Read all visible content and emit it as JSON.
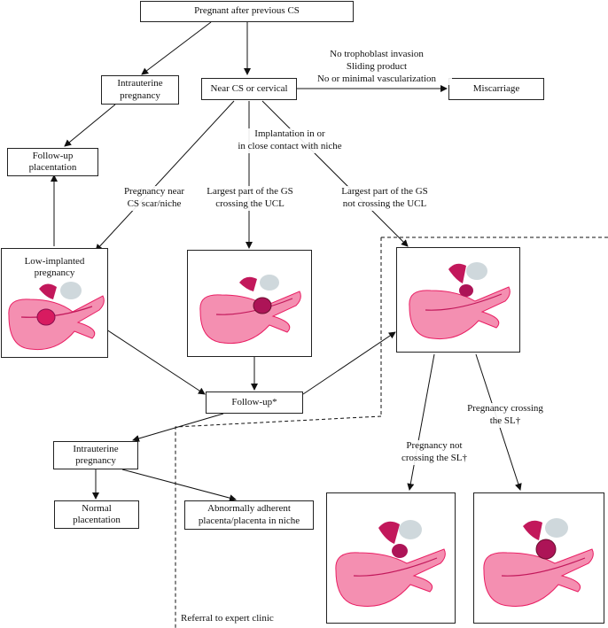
{
  "nodes": {
    "root": "Pregnant after previous CS",
    "intrauterine_top": "Intrauterine\npregnancy",
    "near_cs": "Near CS or cervical",
    "miscarriage": "Miscarriage",
    "followup_placentation": "Follow-up\nplacentation",
    "low_implanted": "Low-implanted\npregnancy",
    "followup": "Follow-up*",
    "intrauterine_bottom": "Intrauterine\npregnancy",
    "normal_placentation": "Normal\nplacentation",
    "abnormally_adherent": "Abnormally adherent\nplacenta/placenta in niche"
  },
  "edge_labels": {
    "no_trophoblast": "No trophoblast invasion\nSliding product\nNo or minimal vascularization",
    "implantation": "Implantation in or\nin close contact with niche",
    "pregnancy_near": "Pregnancy near\nCS scar/niche",
    "largest_crossing": "Largest part of the GS\ncrossing the UCL",
    "largest_not_crossing": "Largest part of the GS\nnot crossing the UCL",
    "crossing_sl": "Pregnancy crossing\nthe SL†",
    "not_crossing_sl": "Pregnancy not\ncrossing the SL†",
    "referral": "Referral to expert clinic"
  },
  "colors": {
    "uterus": "#f06292",
    "uterus_light": "#f8a5b8",
    "bladder": "#c0c8d0",
    "gestation": "#b0203a"
  }
}
